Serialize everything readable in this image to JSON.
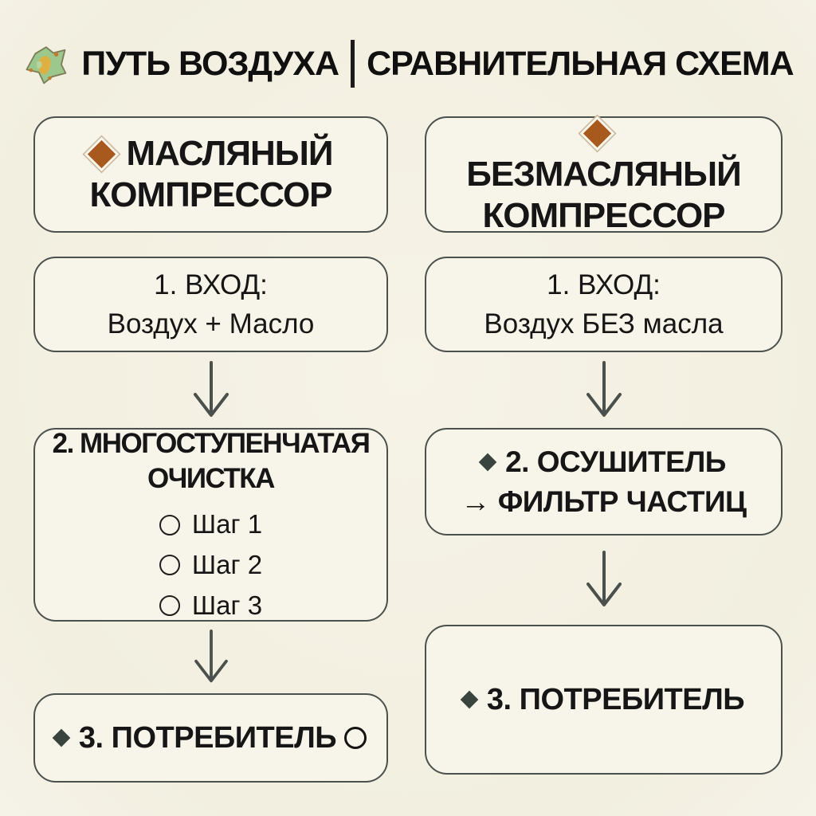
{
  "title": {
    "left": "ПУТЬ ВОЗДУХА",
    "right": "СРАВНИТЕЛЬНАЯ СХЕМА",
    "icon": "map-icon"
  },
  "left": {
    "header": "МАСЛЯНЫЙ КОМПРЕССОР",
    "input_title": "1. ВХОД:",
    "input_value": "Воздух + Масло",
    "process_line1": "2. МНОГОСТУПЕНЧАТАЯ",
    "process_line2": "ОЧИСТКА",
    "steps": [
      "Шаг 1",
      "Шаг 2",
      "Шаг 3"
    ],
    "consumer": "3. ПОТРЕБИТЕЛЬ"
  },
  "right": {
    "header": "БЕЗМАСЛЯНЫЙ КОМПРЕССОР",
    "input_title": "1. ВХОД:",
    "input_value": "Воздух БЕЗ масла",
    "process_line1": "2. ОСУШИТЕЛЬ",
    "process_line2": "→ ФИЛЬТР ЧАСТИЦ",
    "consumer": "3. ПОТРЕБИТЕЛЬ"
  },
  "icons": {
    "header_bullet": "orange-diamond-icon",
    "item_bullet": "dark-diamond-icon",
    "step_bullet": "circle-outline-icon",
    "consumer_suffix": "circle-outline-icon",
    "flow": "down-arrow-icon"
  },
  "colors": {
    "background": "#F2EFE0",
    "box_fill": "#F7F4E9",
    "box_border": "#4B514F",
    "text": "#161616",
    "diamond_orange": "#A8591D",
    "diamond_dark": "#3A443F",
    "arrow": "#49504D"
  }
}
